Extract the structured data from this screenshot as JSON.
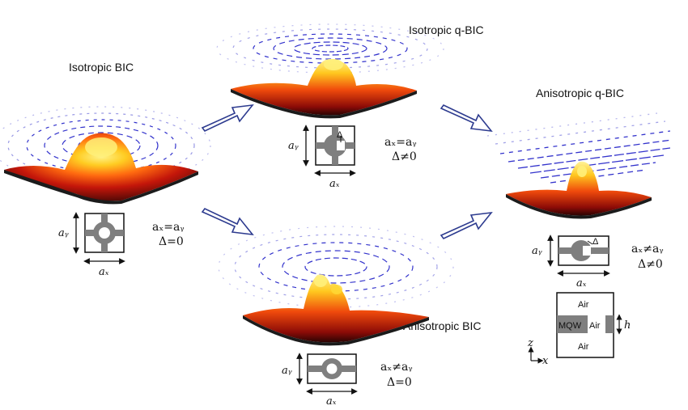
{
  "panels": {
    "iso_bic": {
      "title": "Isotropic BIC",
      "eq1": "aₓ=aᵧ",
      "eq2": "Δ=0",
      "dim_y": "aᵧ",
      "dim_x": "aₓ"
    },
    "iso_qbic": {
      "title": "Isotropic q-BIC",
      "eq1": "aₓ=aᵧ",
      "eq2": "Δ≠0",
      "dim_y": "aᵧ",
      "dim_x": "aₓ",
      "delta": "Δ"
    },
    "aniso_bic": {
      "title": "Anisotropic BIC",
      "eq1": "aₓ≠aᵧ",
      "eq2": "Δ=0",
      "dim_y": "aᵧ",
      "dim_x": "aₓ"
    },
    "aniso_qbic": {
      "title": "Anisotropic q-BIC",
      "eq1": "aₓ≠aᵧ",
      "eq2": "Δ≠0",
      "dim_y": "aᵧ",
      "dim_x": "aₓ",
      "delta": "Δ"
    }
  },
  "stack": {
    "top": "Air",
    "middle_left": "MQW",
    "middle_right": "Air",
    "bottom": "Air",
    "h": "h",
    "axis_z": "z",
    "axis_x": "x"
  },
  "colors": {
    "field_lines": "#3333cc",
    "arrow_stroke": "#2d3b8f",
    "slab": "#2a2a2a",
    "hole": "#808080"
  }
}
